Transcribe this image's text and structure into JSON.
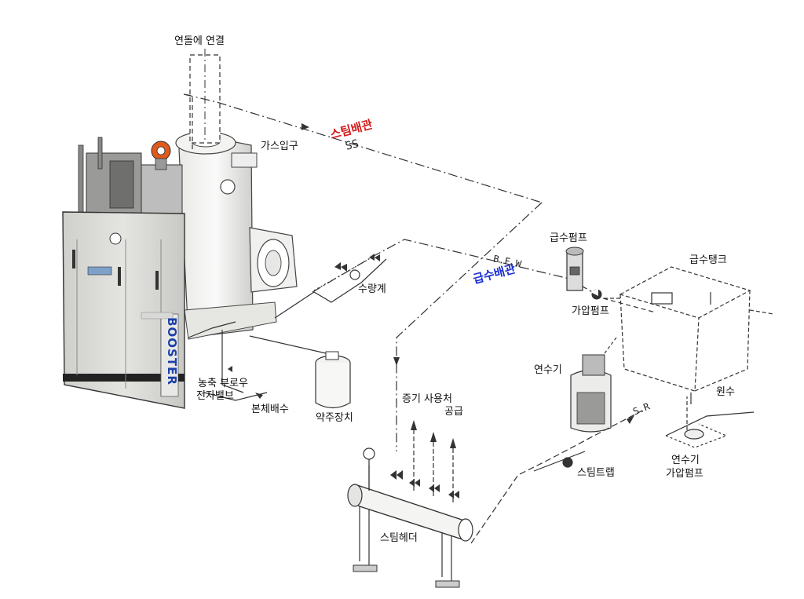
{
  "labels": {
    "flue": "연돌에 연결",
    "steam_pipe": "스팀배관",
    "ss": "SS",
    "gas_inlet": "가스입구",
    "water_meter": "수량계",
    "bfw": "B.F.W",
    "feed_pipe": "급수배관",
    "feed_pump": "급수펌프",
    "feed_tank": "급수탱크",
    "booster_pump": "가압펌프",
    "softener": "연수기",
    "condense_valve_1": "농축 부로우",
    "condense_valve_2": "전자밸브",
    "body_drain": "본체배수",
    "chemical_feeder": "약주장치",
    "steam_supply_1": "증기 사용처",
    "steam_supply_2": "공급",
    "steam_header": "스팀헤더",
    "sr": "S.R",
    "steam_trap": "스팀트랩",
    "raw_water": "원수",
    "softener_pump_1": "연수기",
    "softener_pump_2": "가압펌프",
    "brand": "BOOSTER"
  },
  "colors": {
    "steam_label": "#d41a1a",
    "feed_label": "#1a2fcf",
    "line": "#222222",
    "boiler_panel": "#d9d9d6",
    "brand_blue": "#1d3fa8"
  }
}
